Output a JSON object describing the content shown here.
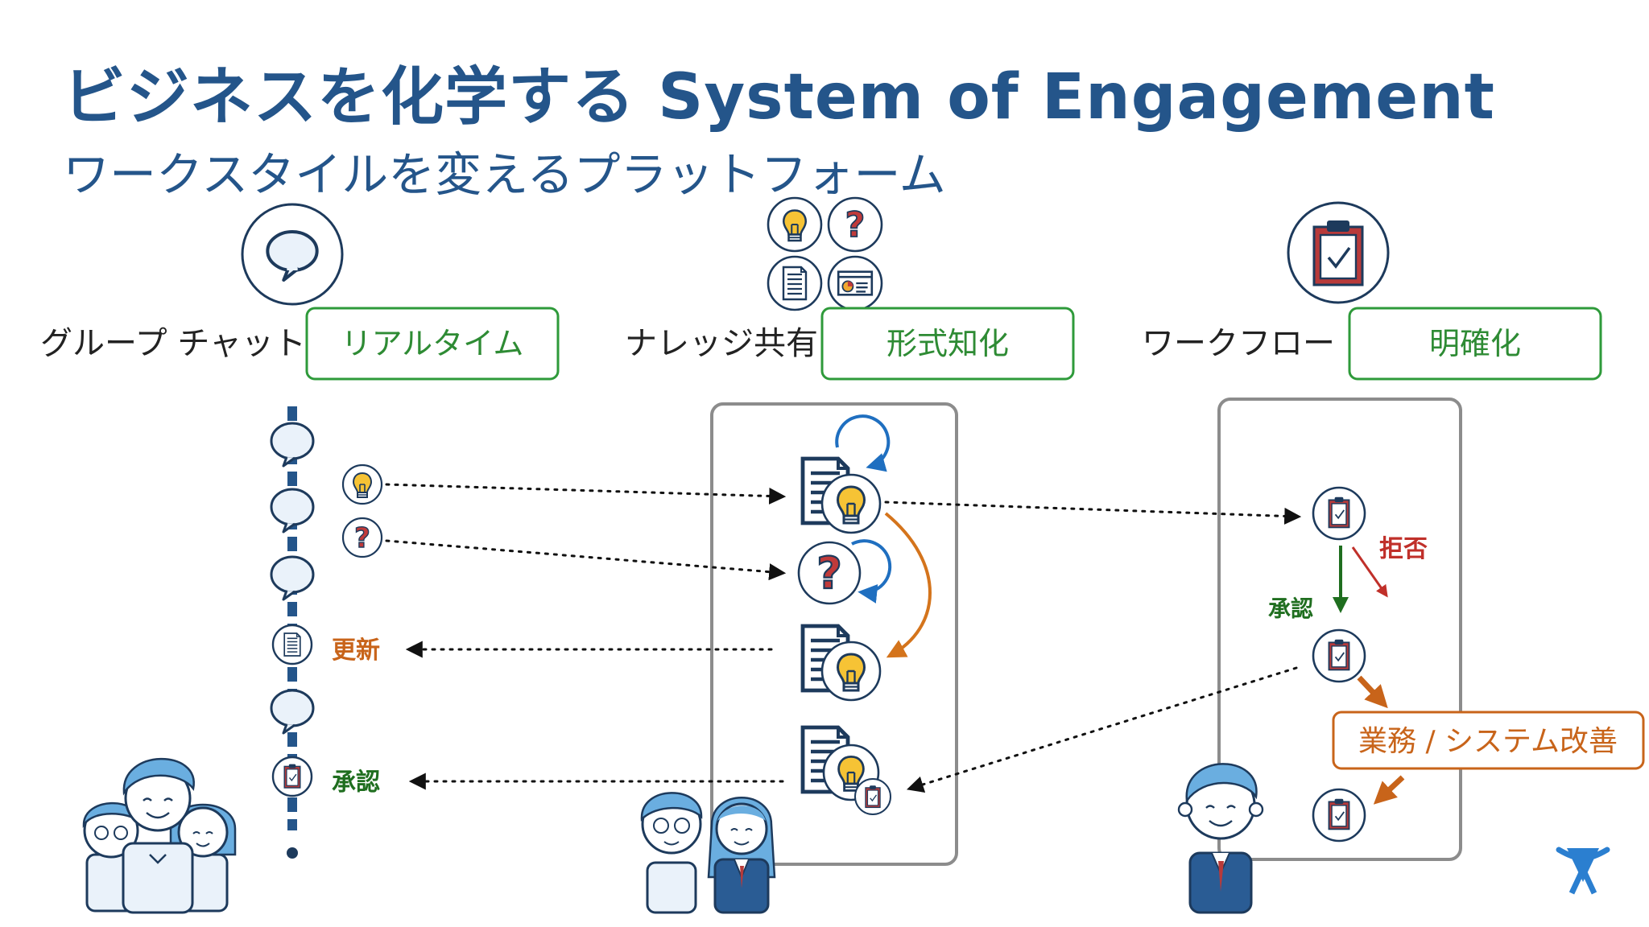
{
  "title": "ビジネスを化学する System of Engagement",
  "subtitle": "ワークスタイルを変えるプラットフォーム",
  "columns": [
    {
      "label": "グループ チャット",
      "badge": "リアルタイム"
    },
    {
      "label": "ナレッジ共有",
      "badge": "形式知化"
    },
    {
      "label": "ワークフロー",
      "badge": "明確化"
    }
  ],
  "annotations": {
    "update": "更新",
    "approve_chat": "承認",
    "approve_flow": "承認",
    "reject": "拒否",
    "improve": "業務 / システム改善"
  },
  "colors": {
    "title": "#24558a",
    "badge_border": "#2e9a3a",
    "badge_text": "#2e8b34",
    "update_orange": "#c8641a",
    "approve_green": "#1f6e1f",
    "reject_red": "#c0302a",
    "cycle_blue": "#1f6fc0",
    "panel_grey": "#8c8c8c"
  },
  "icons": [
    "chat-bubble-icon",
    "lightbulb-icon",
    "question-icon",
    "document-icon",
    "presentation-icon",
    "clipboard-check-icon",
    "atlassian-logo-icon"
  ]
}
